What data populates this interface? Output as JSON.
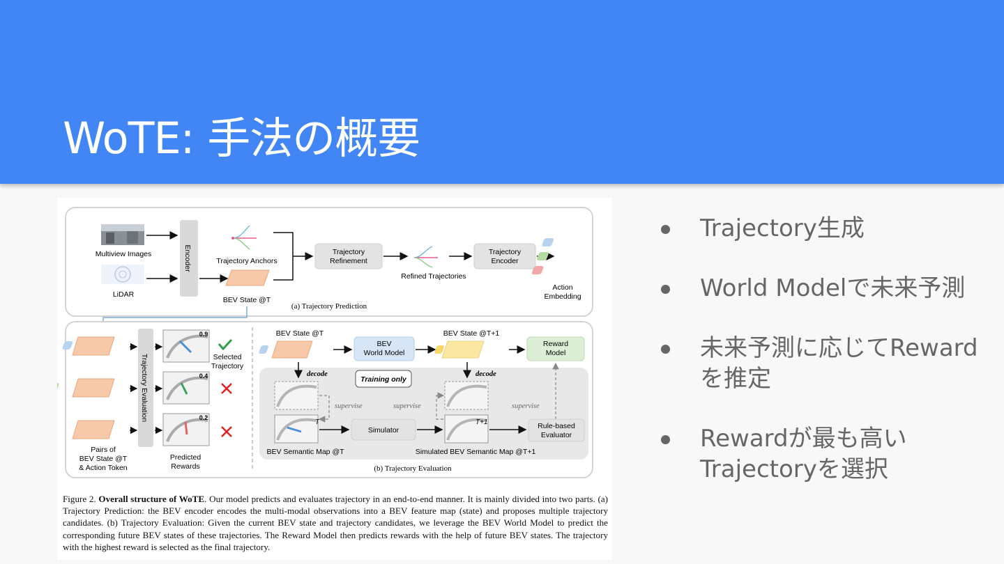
{
  "slide": {
    "title": "WoTE: 手法の概要",
    "bullets": [
      "Trajectory生成",
      "World Modelで未来予測",
      "未来予測に応じてReward を推定",
      "Rewardが最も高い Trajectoryを選択"
    ]
  },
  "figure": {
    "part_a": {
      "caption": "(a) Trajectory Prediction",
      "multiview_images": "Multiview Images",
      "lidar": "LiDAR",
      "encoder": "Encoder",
      "trajectory_anchors": "Trajectory Anchors",
      "bev_state": "BEV State @T",
      "trajectory_refinement": [
        "Trajectory",
        "Refinement"
      ],
      "refined_trajectories": "Refined Trajectories",
      "trajectory_encoder": [
        "Trajectory",
        "Encoder"
      ],
      "action_embedding": [
        "Action",
        "Embedding"
      ]
    },
    "part_b_left": {
      "trajectory_evaluation": "Trajectory Evaluation",
      "scores": [
        "0.9",
        "0.4",
        "0.2"
      ],
      "selected_trajectory": [
        "Selected",
        "Trajectory"
      ],
      "pairs_label": [
        "Pairs of",
        "BEV State @T",
        "& Action Token"
      ],
      "predicted_rewards": [
        "Predicted",
        "Rewards"
      ]
    },
    "part_b_right": {
      "caption": "(b) Trajectory Evaluation",
      "bev_state_t": "BEV State @T",
      "bev_world_model": [
        "BEV",
        "World Model"
      ],
      "bev_state_t1": "BEV State @T+1",
      "reward_model": [
        "Reward",
        "Model"
      ],
      "decode": "decode",
      "training_only": "Training only",
      "supervise": "supervise",
      "simulator": "Simulator",
      "rule_based_evaluator": [
        "Rule-based",
        "Evaluator"
      ],
      "bev_semantic_map": "BEV Semantic Map @T",
      "simulated_map": "Simulated BEV Semantic Map @T+1",
      "t_label": "T",
      "t1_label": "T+1"
    },
    "caption": {
      "prefix": "Figure 2.",
      "bold": "Overall structure of WoTE",
      "rest": ". Our model predicts and evaluates trajectory in an end-to-end manner. It is mainly divided into two parts. (a) Trajectory Prediction: the BEV encoder encodes the multi-modal observations into a BEV feature map (state) and proposes multiple trajectory candidates. (b) Trajectory Evaluation: Given the current BEV state and trajectory candidates, we leverage the BEV World Model to predict the corresponding future BEV states of these trajectories. The Reward Model then predicts rewards with the help of future BEV states. The trajectory with the highest reward is selected as the final trajectory."
    }
  }
}
